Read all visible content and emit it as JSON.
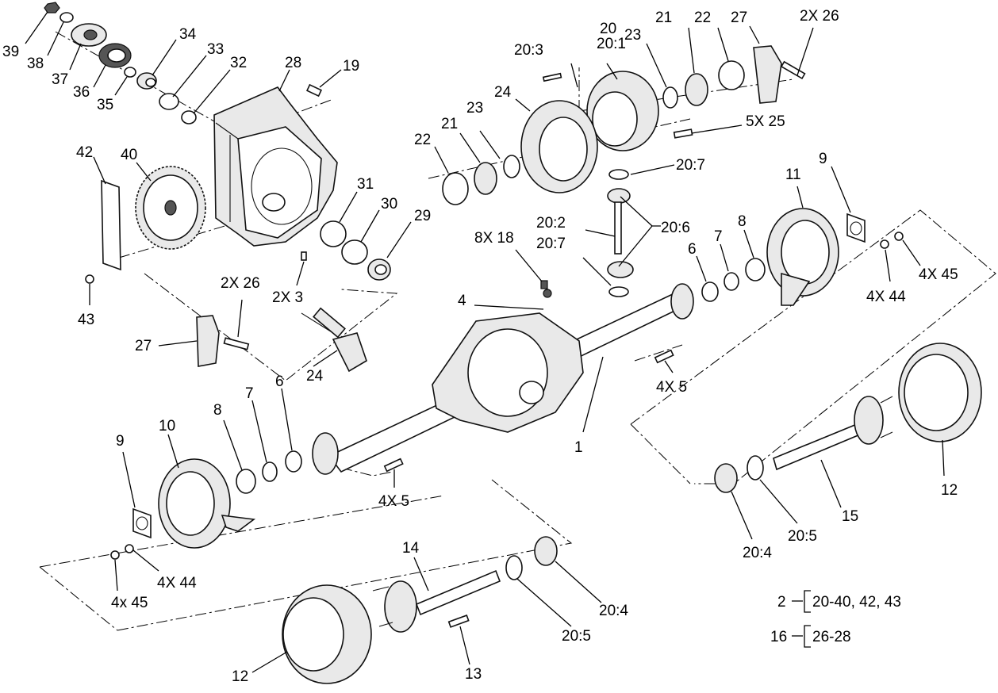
{
  "callouts": [
    {
      "id": "c39",
      "text": "39"
    },
    {
      "id": "c38",
      "text": "38"
    },
    {
      "id": "c37",
      "text": "37"
    },
    {
      "id": "c36",
      "text": "36"
    },
    {
      "id": "c35",
      "text": "35"
    },
    {
      "id": "c34",
      "text": "34"
    },
    {
      "id": "c33",
      "text": "33"
    },
    {
      "id": "c32",
      "text": "32"
    },
    {
      "id": "c28",
      "text": "28"
    },
    {
      "id": "c19",
      "text": "19"
    },
    {
      "id": "c42",
      "text": "42"
    },
    {
      "id": "c40",
      "text": "40"
    },
    {
      "id": "c43",
      "text": "43"
    },
    {
      "id": "c31",
      "text": "31"
    },
    {
      "id": "c30",
      "text": "30"
    },
    {
      "id": "c29",
      "text": "29"
    },
    {
      "id": "c2x3",
      "text": "2X 3"
    },
    {
      "id": "c2x26a",
      "text": "2X 26"
    },
    {
      "id": "c27a",
      "text": "27"
    },
    {
      "id": "c24a",
      "text": "24"
    },
    {
      "id": "c20_3",
      "text": "20:3"
    },
    {
      "id": "c20",
      "text": "20"
    },
    {
      "id": "c20_1",
      "text": "20:1"
    },
    {
      "id": "c23a",
      "text": "23"
    },
    {
      "id": "c21a",
      "text": "21"
    },
    {
      "id": "c22a",
      "text": "22"
    },
    {
      "id": "c27b",
      "text": "27"
    },
    {
      "id": "c2x26b",
      "text": "2X 26"
    },
    {
      "id": "c24b",
      "text": "24"
    },
    {
      "id": "c23b",
      "text": "23"
    },
    {
      "id": "c21b",
      "text": "21"
    },
    {
      "id": "c22b",
      "text": "22"
    },
    {
      "id": "c5x25",
      "text": "5X 25"
    },
    {
      "id": "c20_7a",
      "text": "20:7"
    },
    {
      "id": "c11",
      "text": "11"
    },
    {
      "id": "c9a",
      "text": "9"
    },
    {
      "id": "c20_2",
      "text": "20:2"
    },
    {
      "id": "c20_6",
      "text": "20:6"
    },
    {
      "id": "c20_7b",
      "text": "20:7"
    },
    {
      "id": "c8x18",
      "text": "8X 18"
    },
    {
      "id": "c8a",
      "text": "8"
    },
    {
      "id": "c7a",
      "text": "7"
    },
    {
      "id": "c6a",
      "text": "6"
    },
    {
      "id": "c4x45a",
      "text": "4X 45"
    },
    {
      "id": "c4x44a",
      "text": "4X 44"
    },
    {
      "id": "c4",
      "text": "4"
    },
    {
      "id": "c4x5a",
      "text": "4X 5"
    },
    {
      "id": "c1",
      "text": "1"
    },
    {
      "id": "c9b",
      "text": "9"
    },
    {
      "id": "c10",
      "text": "10"
    },
    {
      "id": "c8b",
      "text": "8"
    },
    {
      "id": "c7b",
      "text": "7"
    },
    {
      "id": "c6b",
      "text": "6"
    },
    {
      "id": "c4x5b",
      "text": "4X 5"
    },
    {
      "id": "c4x44b",
      "text": "4X 44"
    },
    {
      "id": "c4x45b",
      "text": "4x  45"
    },
    {
      "id": "c14",
      "text": "14"
    },
    {
      "id": "c12a",
      "text": "12"
    },
    {
      "id": "c13",
      "text": "13"
    },
    {
      "id": "c20_5a",
      "text": "20:5"
    },
    {
      "id": "c20_4a",
      "text": "20:4"
    },
    {
      "id": "c12b",
      "text": "12"
    },
    {
      "id": "c15",
      "text": "15"
    },
    {
      "id": "c20_5b",
      "text": "20:5"
    },
    {
      "id": "c20_4b",
      "text": "20:4"
    }
  ],
  "kits": [
    {
      "number": "2",
      "parts": "20-40, 42, 43"
    },
    {
      "number": "16",
      "parts": "26-28"
    }
  ]
}
